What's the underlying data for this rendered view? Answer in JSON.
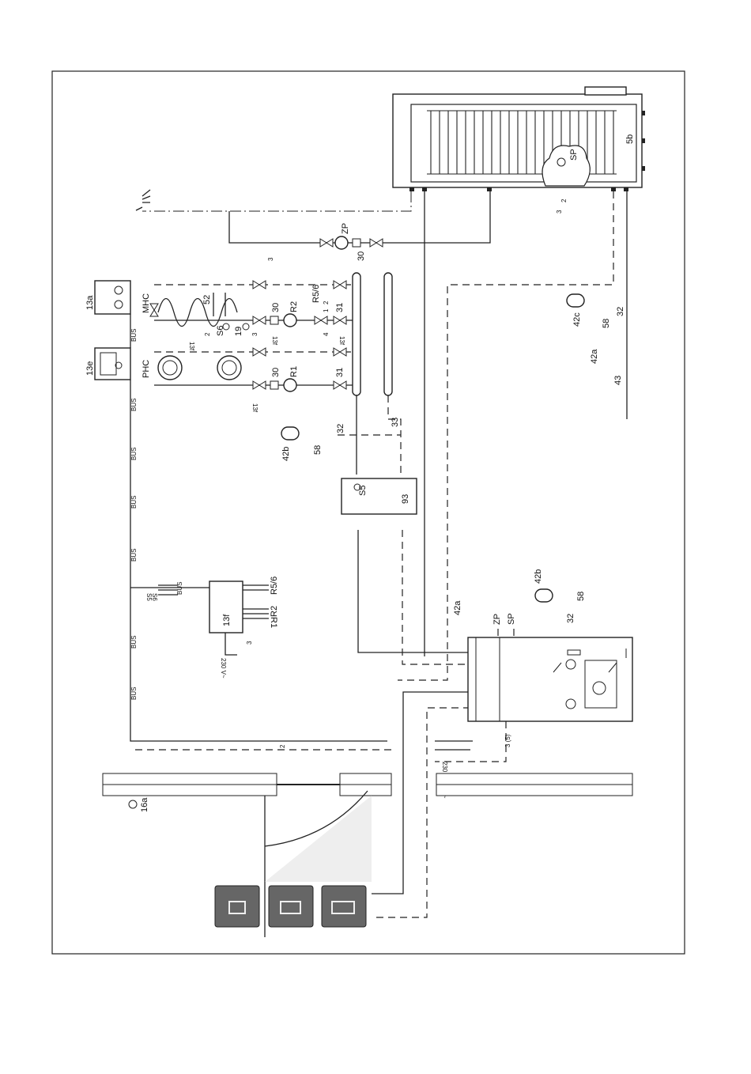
{
  "labels": {
    "cylinder": "5b",
    "cylinder_sensor": "SP",
    "zp": "ZP",
    "r30_top": "30",
    "three": "3",
    "two": "2",
    "mhc": "MHC",
    "phc": "PHC",
    "c13a": "13a",
    "c13e": "13e",
    "c52": "52",
    "c30a": "30",
    "r2": "R2",
    "r56": "R5/6",
    "c31a": "31",
    "c31b": "31",
    "c30b": "30",
    "r1": "R1",
    "s6": "S6",
    "c19": "19",
    "c13f_a": "13f",
    "c13f_b": "13f",
    "c13f_c": "13f",
    "c13f_d": "13f",
    "c13f_e": "13f",
    "c42c": "42c",
    "c58a": "58",
    "c32a": "32",
    "c42a_top": "42a",
    "c43": "43",
    "c42b_top": "42b",
    "c58b": "58",
    "c32b": "32",
    "c33": "33",
    "s5": "S5",
    "c93": "93",
    "bus": "BUS",
    "r56_13f": "R5/6",
    "r2_13f": "R2",
    "r1_13f": "R1",
    "s5_13f": "S5",
    "s6_13f": "S6",
    "v230": "230 V~",
    "c42a_bot": "42a",
    "zp_bot": "ZP",
    "sp_bot": "SP",
    "c42b_bot": "42b",
    "c58c": "58",
    "c32c": "32",
    "v230_400": "230 (400) V~",
    "three_five": "3 (5)",
    "c16a": "16a",
    "four": "4",
    "one": "1"
  }
}
